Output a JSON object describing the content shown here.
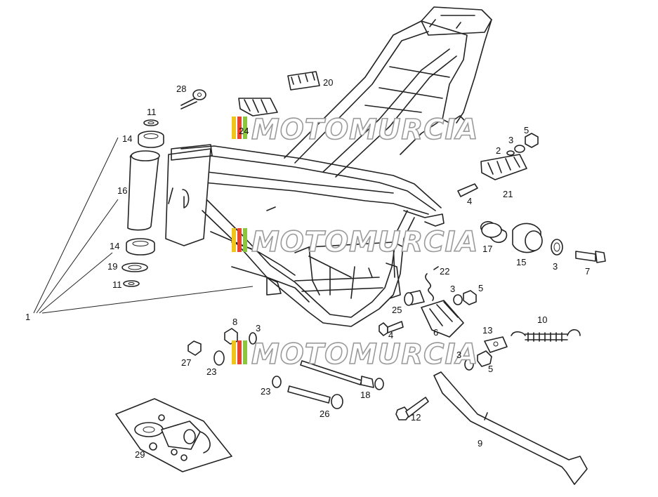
{
  "diagram": {
    "callouts": [
      "1",
      "2",
      "3",
      "4",
      "5",
      "6",
      "7",
      "8",
      "9",
      "10",
      "11",
      "12",
      "13",
      "14",
      "15",
      "16",
      "17",
      "18",
      "19",
      "20",
      "21",
      "22",
      "23",
      "24",
      "25",
      "26",
      "27",
      "28",
      "29"
    ],
    "repeated_callouts": {
      "n2": "2",
      "n3a": "3",
      "n3b": "3",
      "n3c": "3",
      "n3d": "3",
      "n3e": "3",
      "n4a": "4",
      "n4b": "4",
      "n5a": "5",
      "n5b": "5",
      "n5c": "5",
      "n11a": "11",
      "n11b": "11",
      "n14a": "14",
      "n14b": "14",
      "n23a": "23",
      "n23b": "23"
    }
  },
  "watermark": {
    "text": "MOTOMURCIA",
    "colors": [
      "#f0c419",
      "#e8452c",
      "#8cc63f"
    ]
  }
}
